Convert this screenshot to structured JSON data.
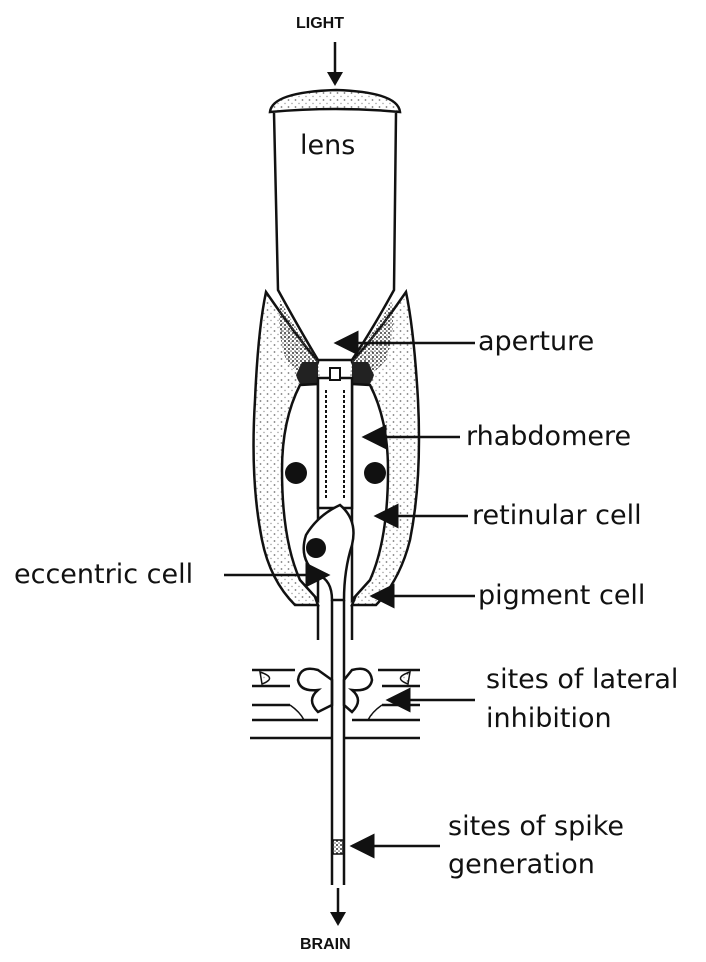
{
  "diagram": {
    "top_label": "LIGHT",
    "bottom_label": "BRAIN",
    "labels": {
      "lens": "lens",
      "aperture": "aperture",
      "rhabdomere": "rhabdomere",
      "retinular_cell": "retinular cell",
      "eccentric_cell": "eccentric cell",
      "pigment_cell": "pigment cell",
      "lateral_inhibition_line1": "sites of lateral",
      "lateral_inhibition_line2": "inhibition",
      "spike_generation_line1": "sites of spike",
      "spike_generation_line2": "generation"
    }
  },
  "colors": {
    "ink": "#111111",
    "stipple": "#888888",
    "cap_fill": "#cfcfcf",
    "background": "#ffffff"
  }
}
